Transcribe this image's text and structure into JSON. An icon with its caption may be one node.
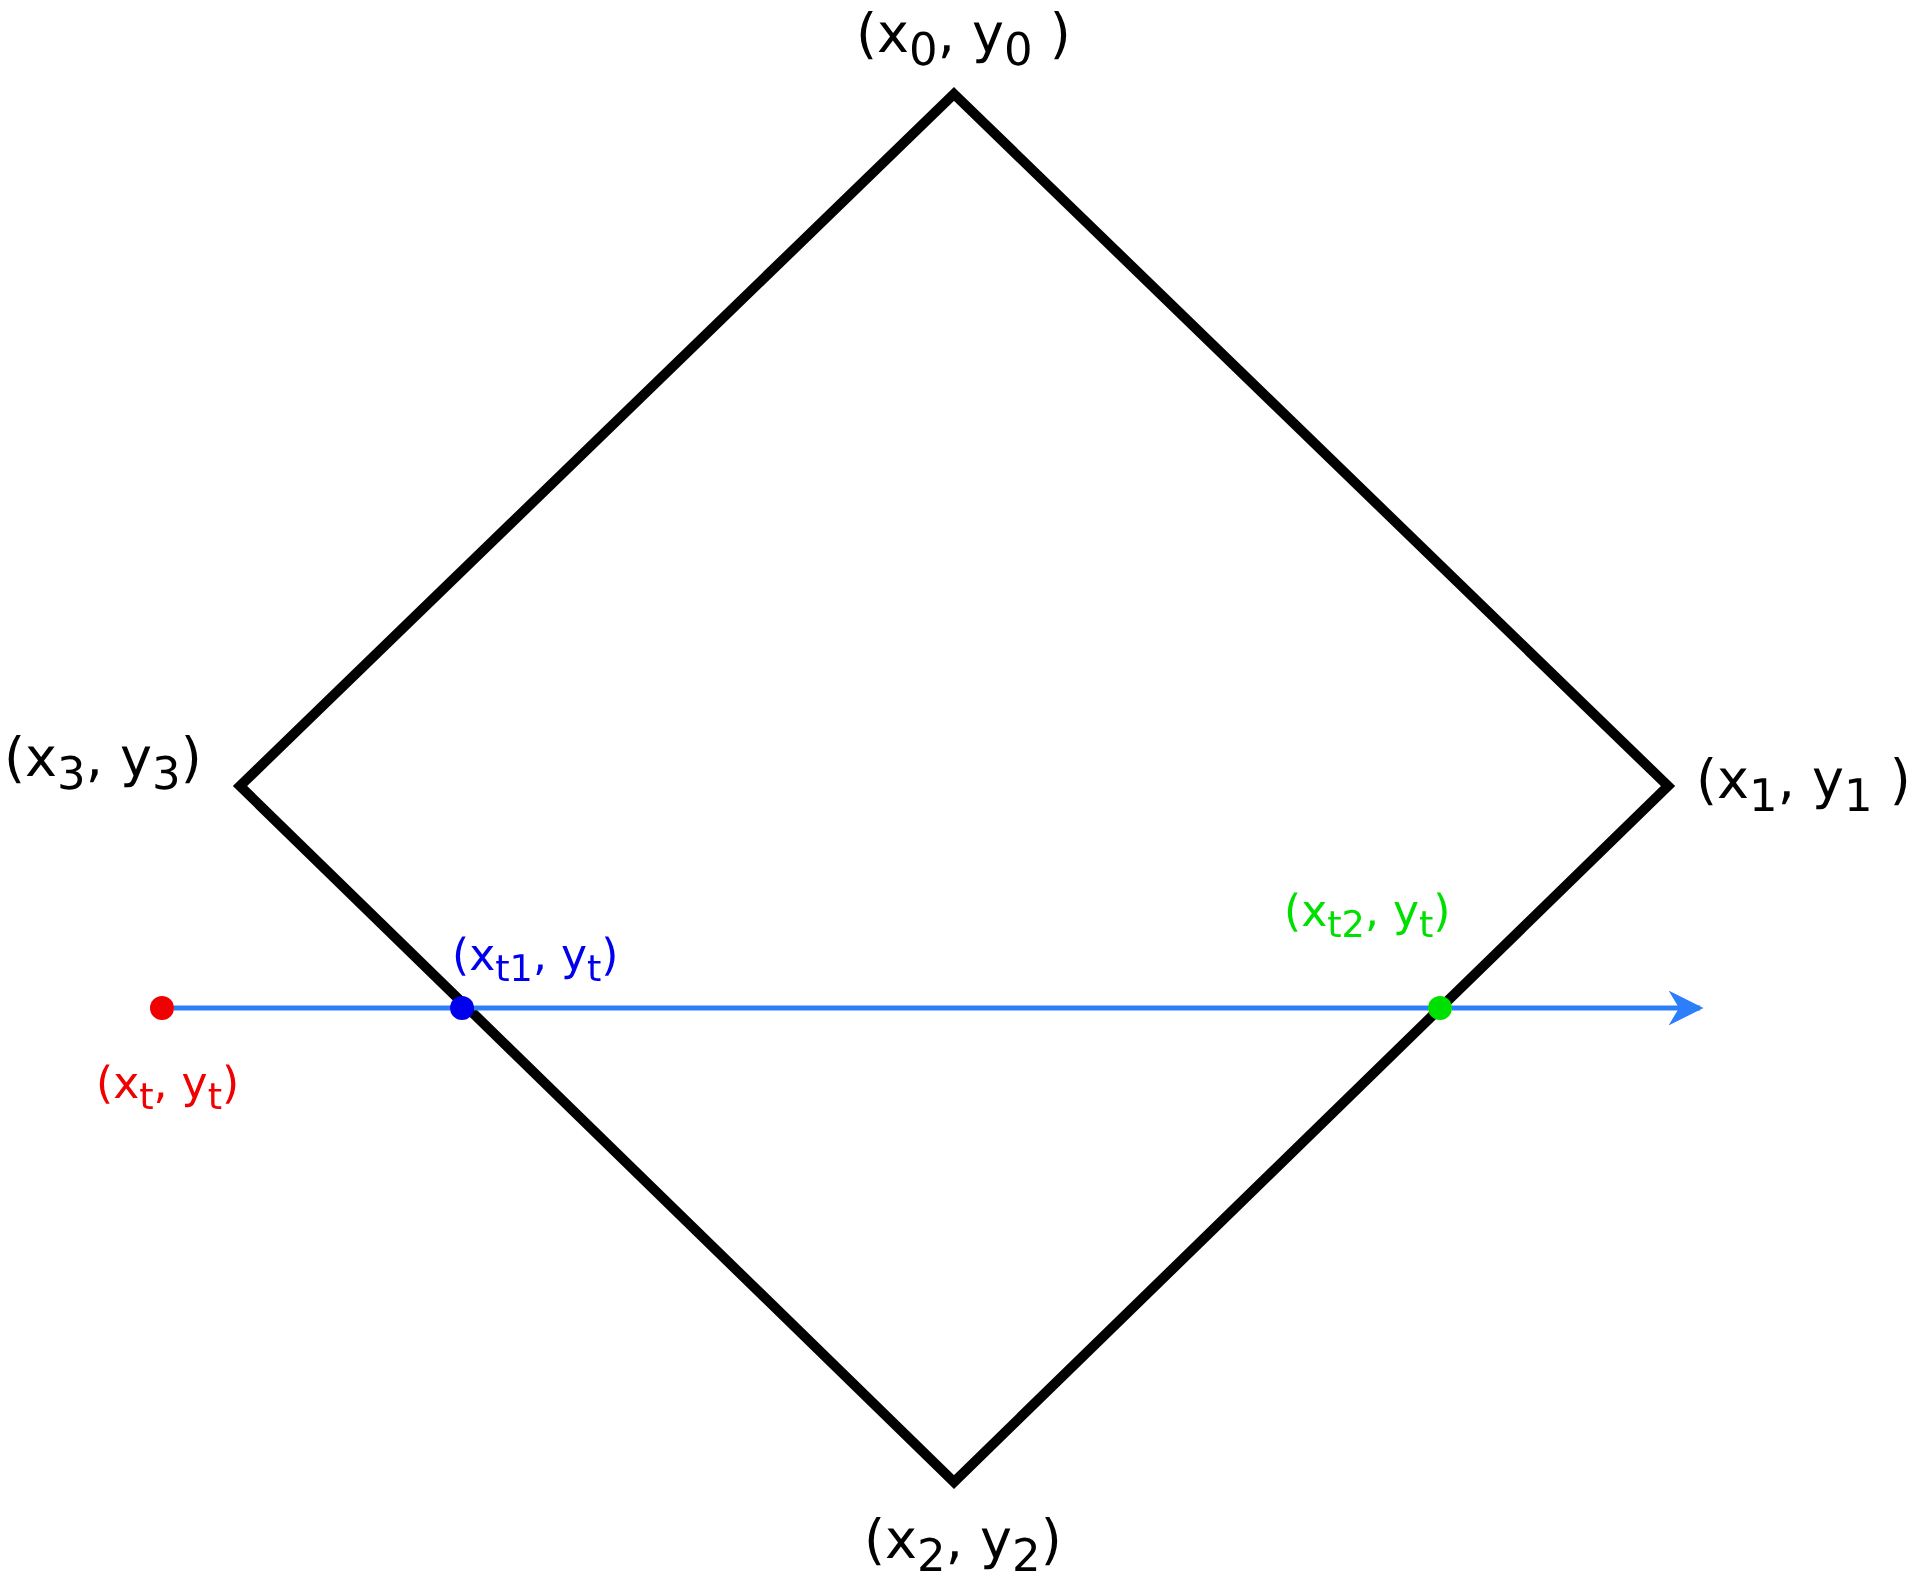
{
  "diagram": {
    "nodes": [
      {
        "text": [],
        "shape": "circle",
        "beside": [
          "(x$_{t}$, y$_{t}$)"
        ]
      },
      {
        "text": [],
        "shape": "circle",
        "beside": [
          "(x$_{t1}$, y$_{t}$)"
        ]
      },
      {
        "text": [],
        "shape": "circle",
        "beside": [
          "(x$_{t2}$, y$_{t}$)"
        ]
      }
    ],
    "edges": [
      {
        "from": 0,
        "to": 1,
        "arrow": "none"
      },
      {
        "from": 1,
        "to": 2,
        "arrow": "none"
      },
      {
        "from": 2,
        "to": null,
        "arrow": "to"
      }
    ],
    "labels": [
      "(x$_{0}$, y$_{0}$ )",
      "(x$_{3}$, y$_{3}$)",
      "(x$_{1}$, y$_{1}$ )",
      "(x$_{2}$, y$_{2}$)"
    ]
  }
}
